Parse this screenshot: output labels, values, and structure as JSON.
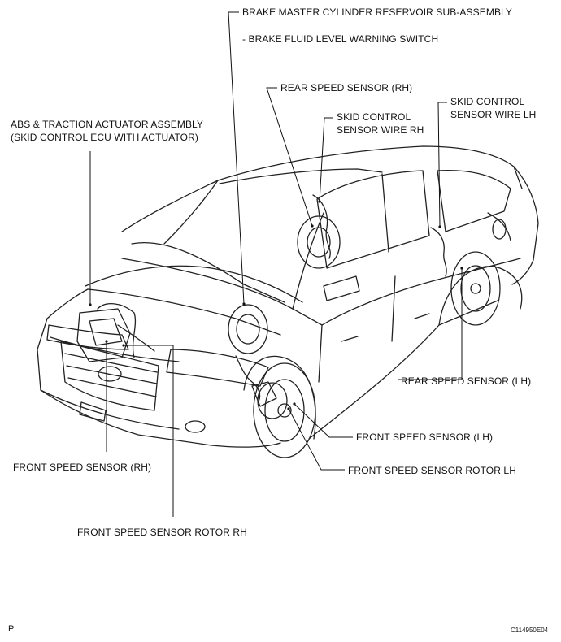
{
  "labels": {
    "reservoir": "BRAKE MASTER CYLINDER RESERVOIR SUB-ASSEMBLY",
    "fluid_switch": "- BRAKE FLUID LEVEL WARNING SWITCH",
    "rear_speed_rh": "REAR SPEED SENSOR (RH)",
    "skid_wire_rh_1": "SKID CONTROL",
    "skid_wire_rh_2": "SENSOR WIRE RH",
    "skid_wire_lh_1": "SKID CONTROL",
    "skid_wire_lh_2": "SENSOR WIRE LH",
    "abs_1": "ABS & TRACTION ACTUATOR ASSEMBLY",
    "abs_2": "(SKID CONTROL ECU WITH ACTUATOR)",
    "rear_speed_lh": "REAR SPEED SENSOR (LH)",
    "front_speed_lh": "FRONT SPEED SENSOR (LH)",
    "front_rotor_lh": "FRONT SPEED SENSOR ROTOR LH",
    "front_speed_rh": "FRONT SPEED SENSOR (RH)",
    "front_rotor_rh": "FRONT SPEED SENSOR ROTOR RH"
  },
  "footer": {
    "page_mark": "P",
    "figure_id": "C114950E04"
  }
}
